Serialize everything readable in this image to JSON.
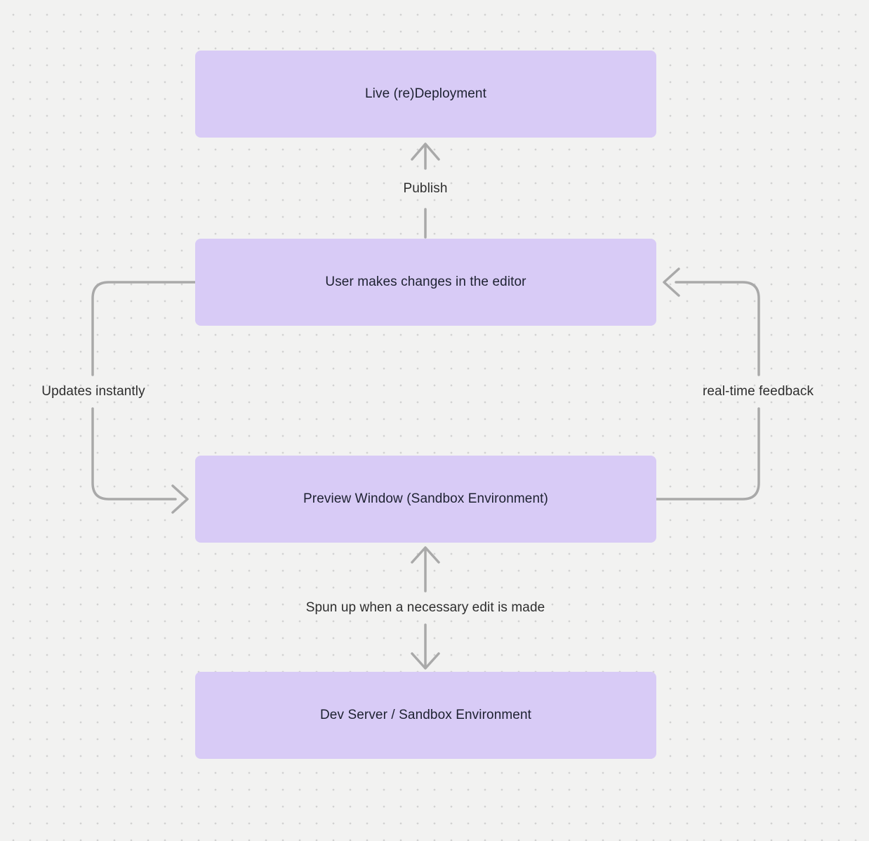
{
  "diagram": {
    "nodes": [
      {
        "id": "live-redeployment",
        "label": "Live (re)Deployment"
      },
      {
        "id": "user-editor",
        "label": "User makes changes in the editor"
      },
      {
        "id": "preview-window",
        "label": "Preview Window (Sandbox Environment)"
      },
      {
        "id": "dev-server",
        "label": "Dev Server / Sandbox Environment"
      }
    ],
    "edges": [
      {
        "from": "user-editor",
        "to": "live-redeployment",
        "label": "Publish",
        "direction": "up"
      },
      {
        "from": "user-editor",
        "to": "preview-window",
        "label": "Updates instantly",
        "direction": "left-loop-down"
      },
      {
        "from": "preview-window",
        "to": "user-editor",
        "label": "real-time feedback",
        "direction": "right-loop-up"
      },
      {
        "from": "preview-window",
        "to": "dev-server",
        "label": "Spun up when a necessary edit is made",
        "direction": "bidirectional"
      }
    ],
    "colors": {
      "background": "#f2f2f1",
      "grid_dot": "#d2d2d2",
      "node_fill": "#d8cbf6",
      "node_text": "#1d2130",
      "edge_stroke": "#a9a9a9",
      "edge_label_text": "#2e2e2e"
    }
  }
}
